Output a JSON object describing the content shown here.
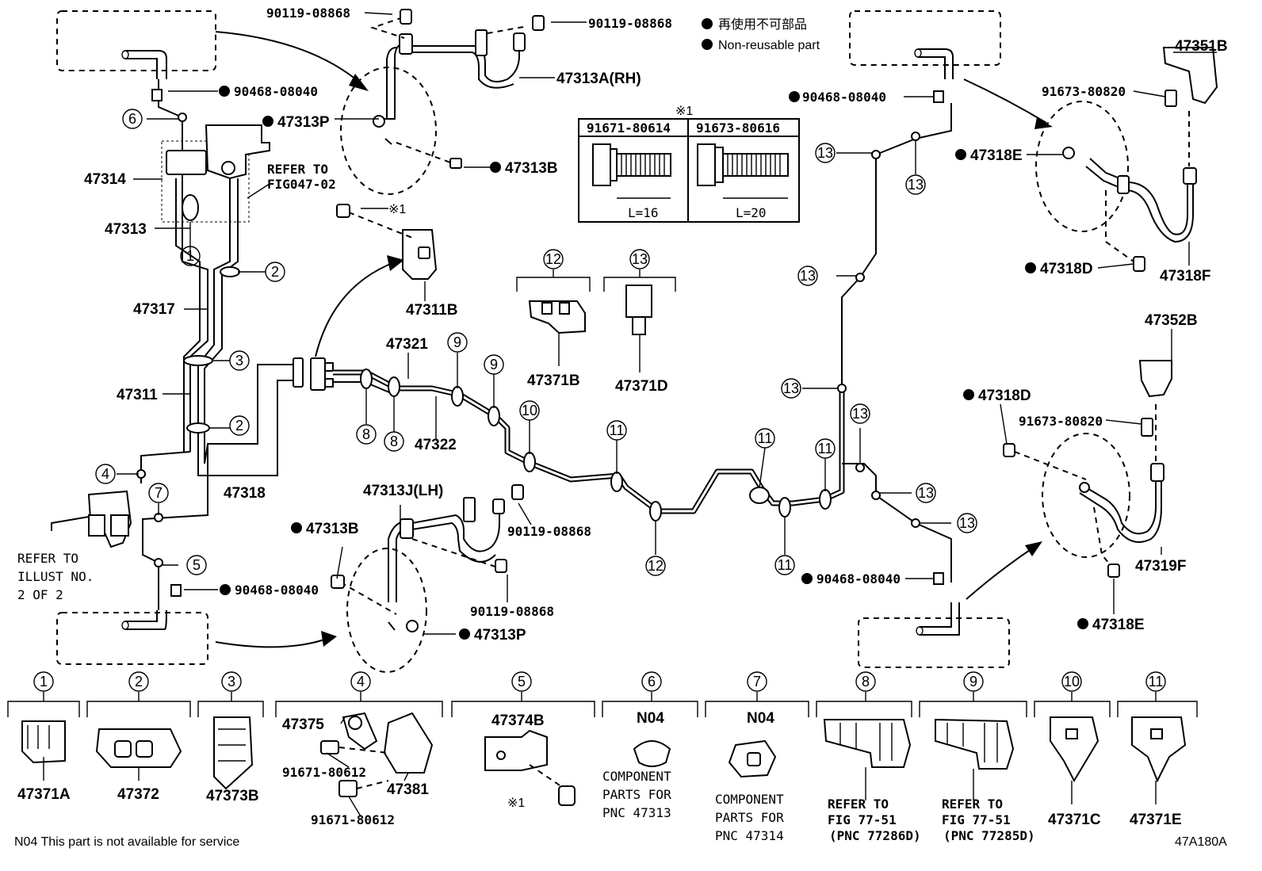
{
  "legend": {
    "jp": "再使用不可部品",
    "en": "Non-reusable part"
  },
  "footer": {
    "n04_note": "N04 This part is not available for service",
    "diagram_code": "47A180A"
  },
  "bolt_table": {
    "mark": "※1",
    "col1": "91671-80614",
    "col2": "91673-80616",
    "len1": "L=16",
    "len2": "L=20"
  },
  "refer_fig": {
    "l1": "REFER TO",
    "l2": "FIG047-02"
  },
  "refer_illust": {
    "l1": "REFER TO",
    "l2": "ILLUST NO.",
    "l3": "2 OF 2"
  },
  "parts": {
    "p90119_a": "90119-08868",
    "p90119_b": "90119-08868",
    "p90119_c": "90119-08868",
    "p90119_d": "90119-08868",
    "p47313a": "47313A(RH)",
    "p47313j": "47313J(LH)",
    "p47313p_top": "47313P",
    "p47313p_bot": "47313P",
    "p47313b_top": "47313B",
    "p47313b_bot": "47313B",
    "p90468_tl": "90468-08040",
    "p90468_tr": "90468-08040",
    "p90468_bl": "90468-08040",
    "p90468_br": "90468-08040",
    "p47314": "47314",
    "p47313": "47313",
    "p47317": "47317",
    "p47311": "47311",
    "p47318": "47318",
    "p47311b": "47311B",
    "bolt_mark": "※1",
    "p47321": "47321",
    "p47322": "47322",
    "p47371b": "47371B",
    "p47371d": "47371D",
    "p47351b": "47351B",
    "p91673_top": "91673-80820",
    "p91673_mid": "91673-80820",
    "p47318e_top": "47318E",
    "p47318e_bot": "47318E",
    "p47318d_top": "47318D",
    "p47318d_bot": "47318D",
    "p47318f": "47318F",
    "p47352b": "47352B",
    "p47319f": "47319F"
  },
  "bottom_row": {
    "c1": {
      "num": "1",
      "part": "47371A"
    },
    "c2": {
      "num": "2",
      "part": "47372"
    },
    "c3": {
      "num": "3",
      "part": "47373B"
    },
    "c4": {
      "num": "4",
      "p1": "47375",
      "p2": "91671-80612",
      "p3": "91671-80612",
      "p4": "47381"
    },
    "c5": {
      "num": "5",
      "p1": "47374B",
      "mark": "※1"
    },
    "c6": {
      "num": "6",
      "code": "N04",
      "l1": "COMPONENT",
      "l2": "PARTS FOR",
      "l3": "PNC 47313"
    },
    "c7": {
      "num": "7",
      "code": "N04",
      "l1": "COMPONENT",
      "l2": "PARTS FOR",
      "l3": "PNC 47314"
    },
    "c8": {
      "num": "8",
      "l1": "REFER TO",
      "l2": "FIG 77-51",
      "l3": "(PNC 77286D)"
    },
    "c9": {
      "num": "9",
      "l1": "REFER TO",
      "l2": "FIG 77-51",
      "l3": "(PNC 77285D)"
    },
    "c10": {
      "num": "10",
      "part": "47371C"
    },
    "c11": {
      "num": "11",
      "part": "47371E"
    }
  },
  "callouts": {
    "n1": "1",
    "n2a": "2",
    "n2b": "2",
    "n3": "3",
    "n4": "4",
    "n5": "5",
    "n6": "6",
    "n7": "7",
    "n8a": "8",
    "n8b": "8",
    "n9a": "9",
    "n9b": "9",
    "n10": "10",
    "n11a": "11",
    "n11b": "11",
    "n11c": "11",
    "n11d": "11",
    "n12a": "12",
    "n12b": "12",
    "n13a": "13",
    "n13b": "13",
    "n13c": "13",
    "n13d": "13",
    "n13e": "13",
    "n13f": "13",
    "n13g": "13",
    "n13h": "13"
  }
}
